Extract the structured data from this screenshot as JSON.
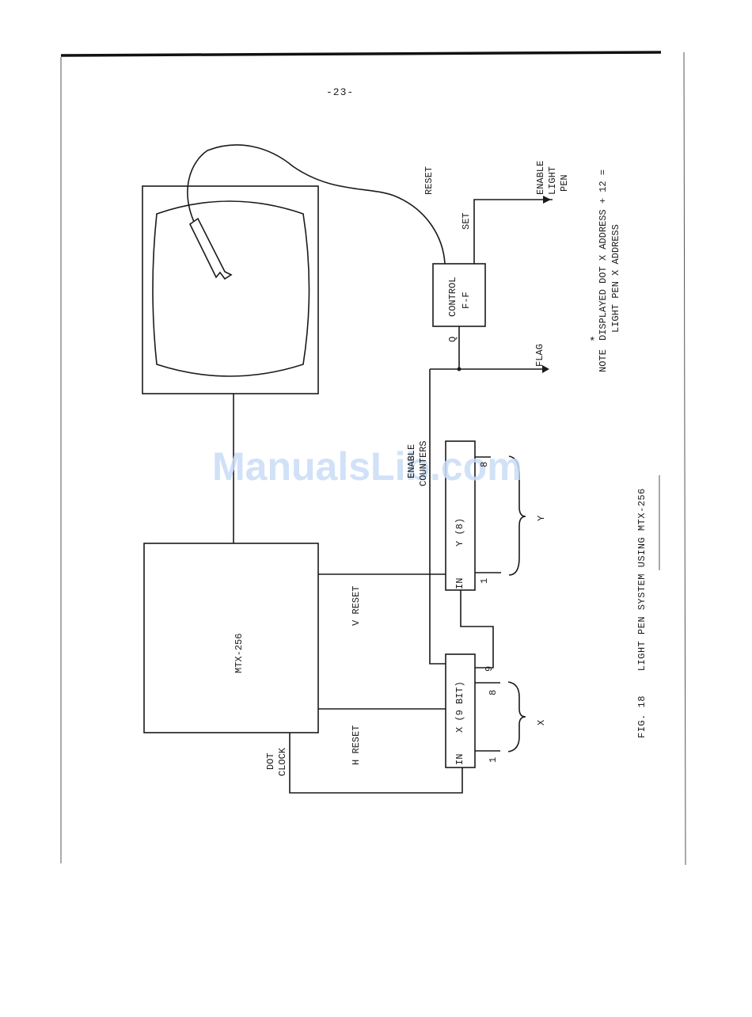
{
  "page_number": "-23-",
  "watermark": "ManualsLib.com",
  "labels": {
    "reset": "RESET",
    "enable_light_pen": [
      "ENABLE",
      "LIGHT",
      "PEN"
    ],
    "set": "SET",
    "control_ff": [
      "CONTROL",
      "F-F"
    ],
    "q": "Q",
    "flag": "FLAG",
    "enable_counters": [
      "ENABLE",
      "COUNTERS"
    ],
    "y_counter": "Y (8)",
    "y_in": "IN",
    "y_bit_low": "1",
    "y_bit_high": "8",
    "y_brace": "Y",
    "mtx": "MTX-256",
    "v_reset": "V RESET",
    "h_reset": "H RESET",
    "x_counter": "X (9 BIT)",
    "x_in": "IN",
    "x_bit_low": "1",
    "x_bit_high": "8",
    "x_carry": "9",
    "x_brace": "X",
    "dot_clock": [
      "DOT",
      "CLOCK"
    ]
  },
  "note": {
    "label": "NOTE",
    "asterisk": "*",
    "line1": "DISPLAYED DOT X ADDRESS + 12 =",
    "line2": "LIGHT PEN X ADDRESS"
  },
  "caption": "FIG. 18    LIGHT PEN SYSTEM USING MTX-256"
}
